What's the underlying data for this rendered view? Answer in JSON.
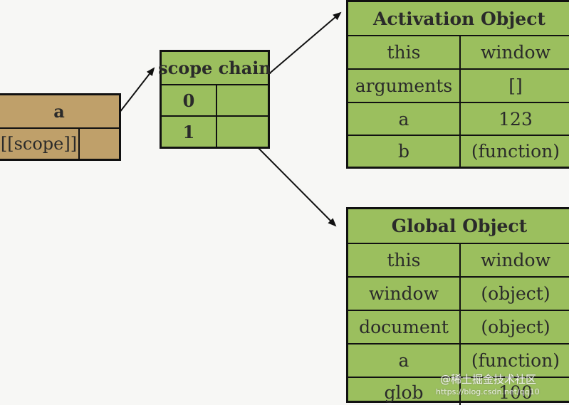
{
  "function_object": {
    "name": "a",
    "scope_label": "[[scope]]"
  },
  "scope_chain": {
    "title": "scope chain",
    "indices": [
      "0",
      "1"
    ]
  },
  "activation_object": {
    "title": "Activation Object",
    "rows": [
      {
        "key": "this",
        "value": "window"
      },
      {
        "key": "arguments",
        "value": "[]"
      },
      {
        "key": "a",
        "value": "123"
      },
      {
        "key": "b",
        "value": "(function)"
      }
    ]
  },
  "global_object": {
    "title": "Global Object",
    "rows": [
      {
        "key": "this",
        "value": "window"
      },
      {
        "key": "window",
        "value": "(object)"
      },
      {
        "key": "document",
        "value": "(object)"
      },
      {
        "key": "a",
        "value": "(function)"
      },
      {
        "key": "glob",
        "value": "100"
      }
    ]
  },
  "watermark": {
    "text": "@稀土掘金技术社区",
    "url_fragment": "https://blog.csdn.net/qq10"
  },
  "colors": {
    "green_fill": "#9bbf5e",
    "tan_fill": "#bfa06a",
    "border": "#111111",
    "background": "#f7f7f5"
  }
}
